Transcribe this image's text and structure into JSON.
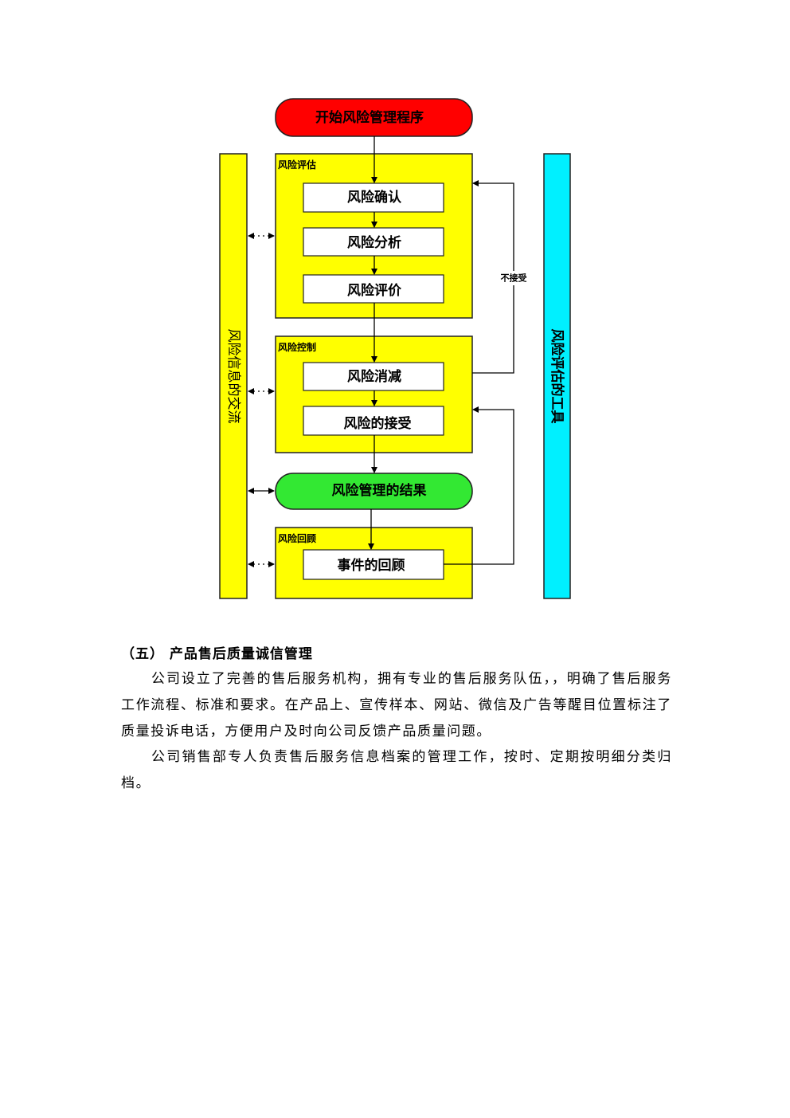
{
  "diagram": {
    "start_node": "开始风险管理程序",
    "assessment_group": {
      "title": "风险评估",
      "steps": [
        "风险确认",
        "风险分析",
        "风险评价"
      ]
    },
    "control_group": {
      "title": "风险控制",
      "steps": [
        "风险消减",
        "风险的接受"
      ]
    },
    "result_node": "风险管理的结果",
    "review_group": {
      "title": "风险回顾",
      "steps": [
        "事件的回顾"
      ]
    },
    "left_bar": "风险信息的交流",
    "right_bar": "风险评估的工具",
    "not_accepted_label": "不接受",
    "colors": {
      "start": "#ff0000",
      "group_fill": "#ffff00",
      "result": "#33e833",
      "right_bar": "#00f0ff",
      "step_fill": "#ffffff"
    }
  },
  "section": {
    "heading": "（五） 产品售后质量诚信管理",
    "paragraphs": [
      "公司设立了完善的售后服务机构，拥有专业的售后服务队伍，，明确了售后服务工作流程、标准和要求。在产品上、宣传样本、网站、微信及广告等醒目位置标注了质量投诉电话，方便用户及时向公司反馈产品质量问题。",
      "公司销售部专人负责售后服务信息档案的管理工作，按时、定期按明细分类归档。"
    ]
  }
}
